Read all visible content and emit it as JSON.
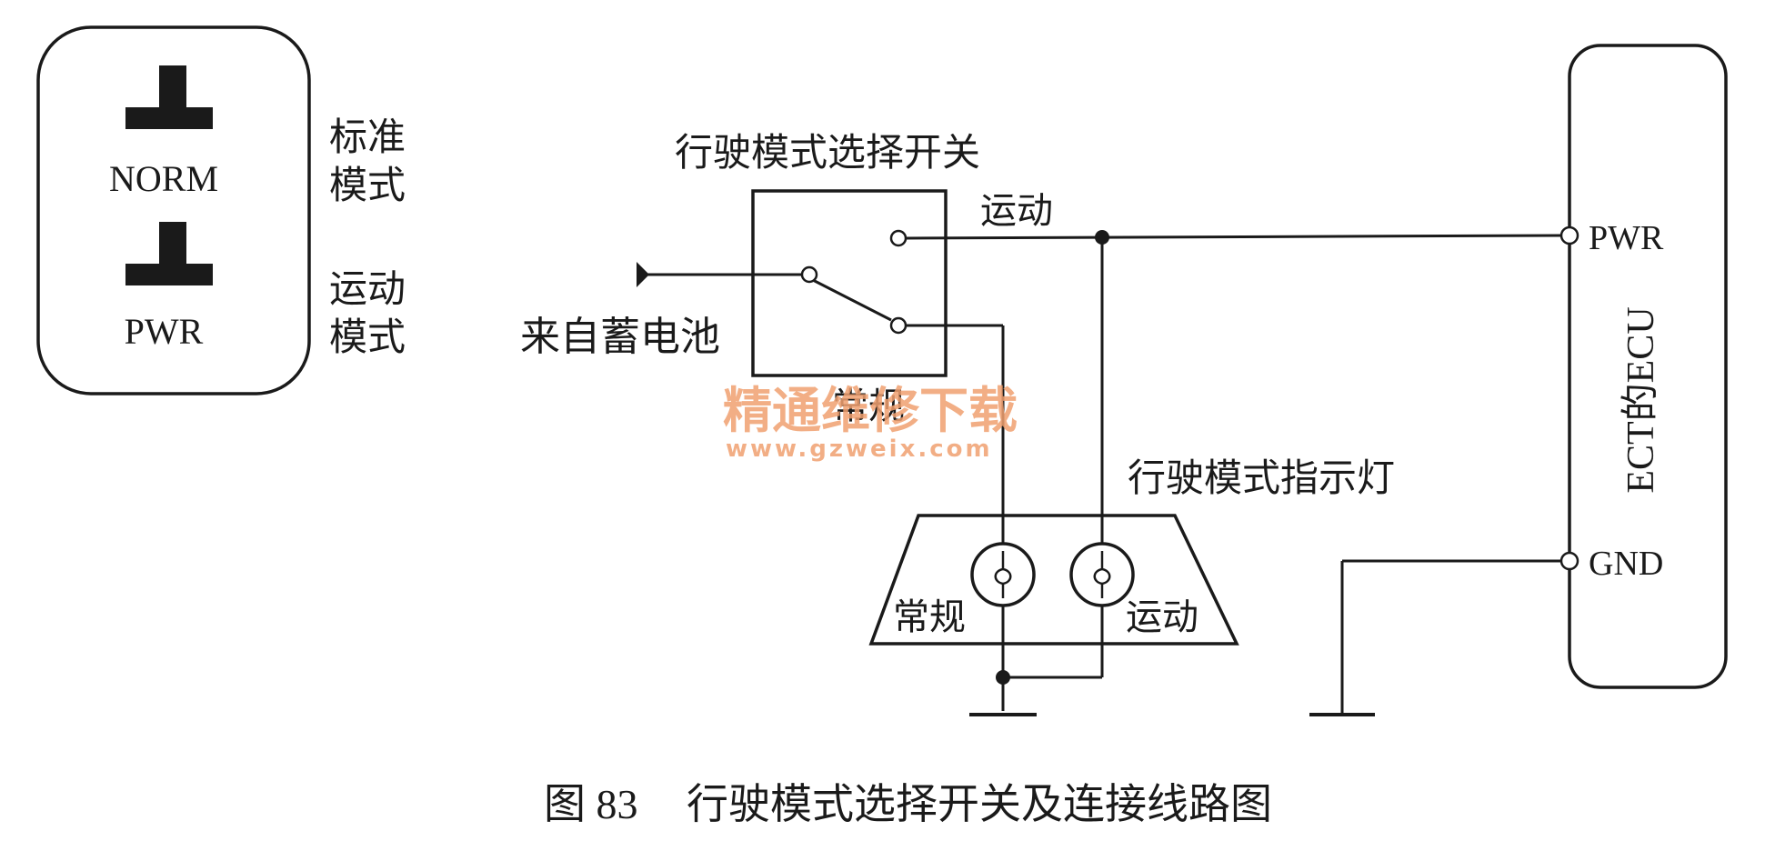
{
  "legend": {
    "norm_label": "NORM",
    "norm_mode": [
      "标准",
      "模式"
    ],
    "pwr_label": "PWR",
    "pwr_mode": [
      "运动",
      "模式"
    ]
  },
  "switch": {
    "title": "行驶模式选择开关",
    "sport_label": "运动",
    "normal_label": "常规",
    "battery_label": "来自蓄电池"
  },
  "indicator": {
    "title": "行驶模式指示灯",
    "normal_label": "常规",
    "sport_label": "运动"
  },
  "ecu": {
    "label": "ECT的ECU",
    "pwr_terminal": "PWR",
    "gnd_terminal": "GND"
  },
  "watermark": {
    "text": "精通维修下载",
    "url": "www.gzweix.com",
    "color": "#f0a070"
  },
  "caption": {
    "number": "图 83",
    "title": "行驶模式选择开关及连接线路图"
  }
}
